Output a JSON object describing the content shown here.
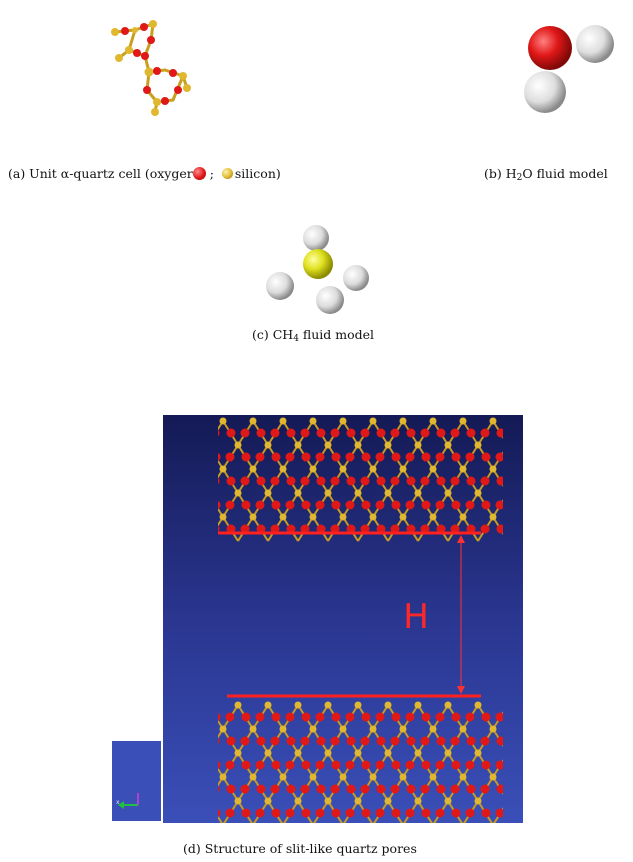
{
  "captions": {
    "a_prefix": "(a)  Unit α-quartz cell (oxyger",
    "a_sep": " ;  ",
    "a_suffix": "silicon)",
    "b_prefix": "(b) H",
    "b_sub": "2",
    "b_suffix": "O fluid model",
    "c_prefix": "(c) CH",
    "c_sub": "4",
    "c_suffix": " fluid model",
    "d": "(d) Structure of slit-like quartz pores"
  },
  "pore": {
    "gap_label": "H"
  },
  "colors": {
    "oxygen": "#e01818",
    "silicon": "#e0b830",
    "hydrogen": "#e8e8e8",
    "carbon": "#e8e820",
    "pore_background_top": "#141a55",
    "pore_background_bottom": "#3a4fb8",
    "marker": "#ff2020"
  }
}
